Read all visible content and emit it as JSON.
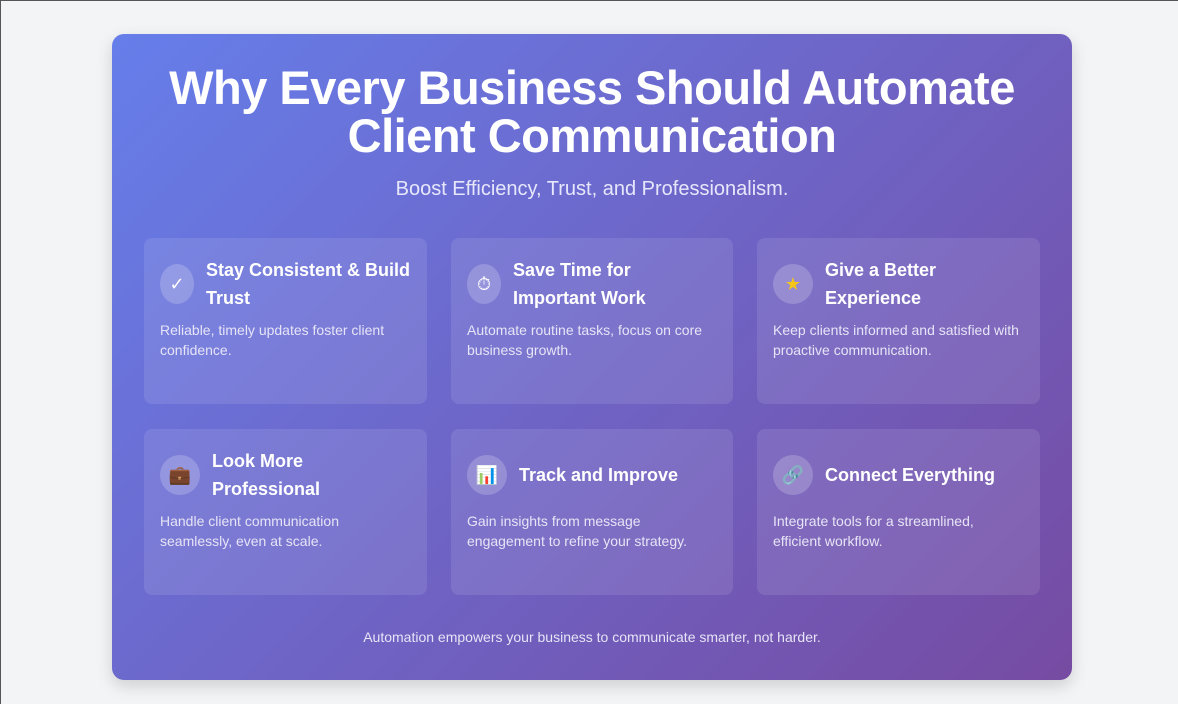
{
  "title": "Why Every Business Should Automate Client Communication",
  "subtitle": "Boost Efficiency, Trust, and Professionalism.",
  "cards": [
    {
      "icon": "✓",
      "title": "Stay Consistent & Build Trust",
      "desc": "Reliable, timely updates foster client confidence."
    },
    {
      "icon": "⏱",
      "title": "Save Time for Important Work",
      "desc": "Automate routine tasks, focus on core business growth."
    },
    {
      "icon": "★",
      "title": "Give a Better Experience",
      "desc": "Keep clients informed and satisfied with proactive communication."
    },
    {
      "icon": "💼",
      "title": "Look More Professional",
      "desc": "Handle client communication seamlessly, even at scale."
    },
    {
      "icon": "📊",
      "title": "Track and Improve",
      "desc": "Gain insights from message engagement to refine your strategy."
    },
    {
      "icon": "🔗",
      "title": "Connect Everything",
      "desc": "Integrate tools for a streamlined, efficient workflow."
    }
  ],
  "footer": "Automation empowers your business to communicate smarter, not harder.",
  "colors": {
    "gradient_start": "#667eea",
    "gradient_end": "#764ba2"
  }
}
